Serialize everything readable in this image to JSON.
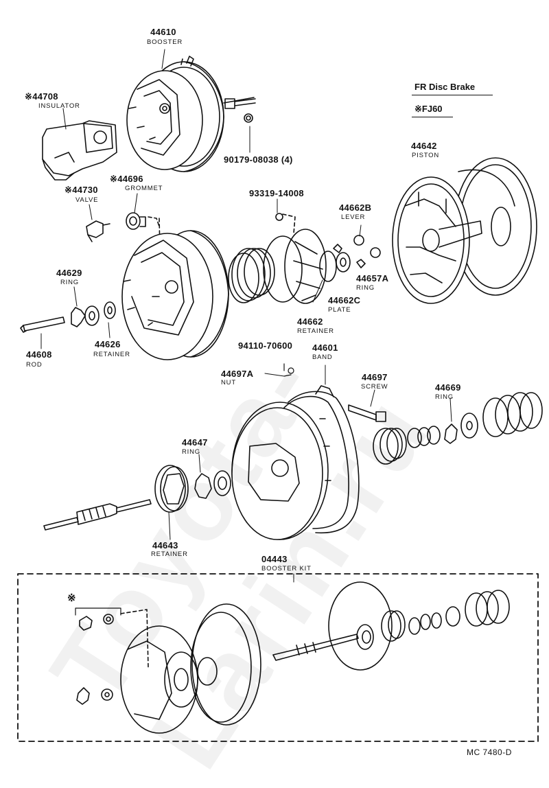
{
  "header": {
    "line1": "FR  Disc Brake",
    "line2": "※FJ60"
  },
  "parts": {
    "p44610": {
      "num": "44610",
      "name": "BOOSTER"
    },
    "p44708": {
      "num": "※44708",
      "name": "INSULATOR"
    },
    "p90179": {
      "num": "90179-08038 (4)"
    },
    "p44696": {
      "num": "※44696",
      "name": "GROMMET"
    },
    "p44730": {
      "num": "※44730",
      "name": "VALVE"
    },
    "p93319": {
      "num": "93319-14008"
    },
    "p44662B": {
      "num": "44662B",
      "name": "LEVER"
    },
    "p44642": {
      "num": "44642",
      "name": "PISTON"
    },
    "p44629": {
      "num": "44629",
      "name": "RING"
    },
    "p44657A": {
      "num": "44657A",
      "name": "RING"
    },
    "p44662C": {
      "num": "44662C",
      "name": "PLATE"
    },
    "p44662": {
      "num": "44662",
      "name": "RETAINER"
    },
    "p44608": {
      "num": "44608",
      "name": "ROD"
    },
    "p44626": {
      "num": "44626",
      "name": "RETAINER"
    },
    "p94110": {
      "num": "94110-70600"
    },
    "p44601": {
      "num": "44601",
      "name": "BAND"
    },
    "p44697A": {
      "num": "44697A",
      "name": "NUT"
    },
    "p44697": {
      "num": "44697",
      "name": "SCREW"
    },
    "p44669": {
      "num": "44669",
      "name": "RING"
    },
    "p44647": {
      "num": "44647",
      "name": "RING"
    },
    "p44643": {
      "num": "44643",
      "name": "RETAINER"
    },
    "p04443": {
      "num": "04443",
      "name": "BOOSTER KIT"
    }
  },
  "kit_mark": "※",
  "footer_code": "MC  7480-D",
  "watermark": "Toyota-Larin.ru"
}
